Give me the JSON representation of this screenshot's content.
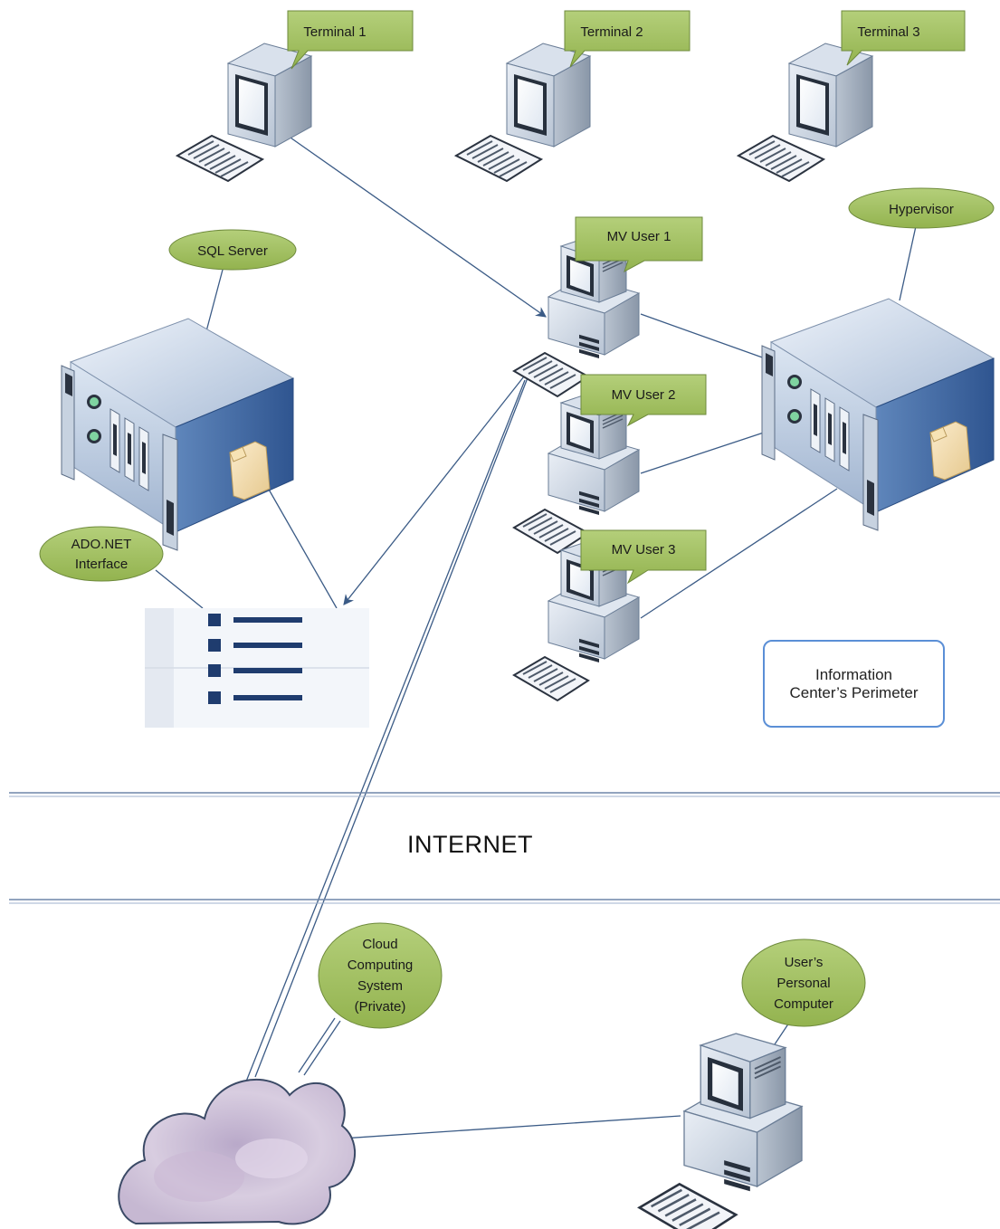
{
  "labels": {
    "terminal_1": "Terminal 1",
    "terminal_2": "Terminal 2",
    "terminal_3": "Terminal 3",
    "hypervisor": "Hypervisor",
    "sql_server": "SQL Server",
    "mv_user_1": "MV User 1",
    "mv_user_2": "MV User 2",
    "mv_user_3": "MV User 3",
    "ado_net_line1": "ADO.NET",
    "ado_net_line2": "Interface",
    "perimeter_line1": "Information",
    "perimeter_line2": "Center’s Perimeter",
    "internet": "INTERNET",
    "cloud_line1": "Cloud",
    "cloud_line2": "Computing",
    "cloud_line3": "System",
    "cloud_line4": "(Private)",
    "user_pc_line1": "User’s",
    "user_pc_line2": "Personal",
    "user_pc_line3": "Computer"
  },
  "colors": {
    "callout_fill": "#9bbb59",
    "callout_stroke": "#6e8a3c",
    "line": "#3b5b86",
    "perimeter_border": "#5b8fd6",
    "cloud_fill": "#cfc0d8",
    "document_blue": "#1f3c6e"
  },
  "icons": {
    "terminal": "desktop-terminal-icon",
    "workstation": "workstation-icon",
    "server": "rack-server-icon",
    "document": "ado-net-document-icon",
    "cloud": "cloud-icon",
    "keyboard": "keyboard-icon"
  }
}
